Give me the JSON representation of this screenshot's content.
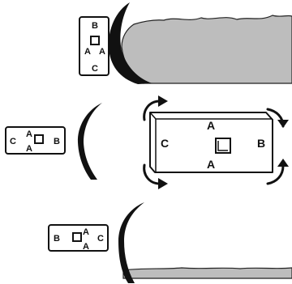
{
  "diagram": {
    "top_card": {
      "top": "B",
      "left": "A",
      "right": "A",
      "bottom": "C"
    },
    "middle_card": {
      "left": "C",
      "top": "A",
      "bottom": "A",
      "right": "B"
    },
    "big_block": {
      "top": "A",
      "left": "C",
      "right": "B",
      "bottom": "A"
    },
    "bottom_card": {
      "left": "B",
      "top": "A",
      "bottom": "A",
      "right": "C"
    }
  }
}
